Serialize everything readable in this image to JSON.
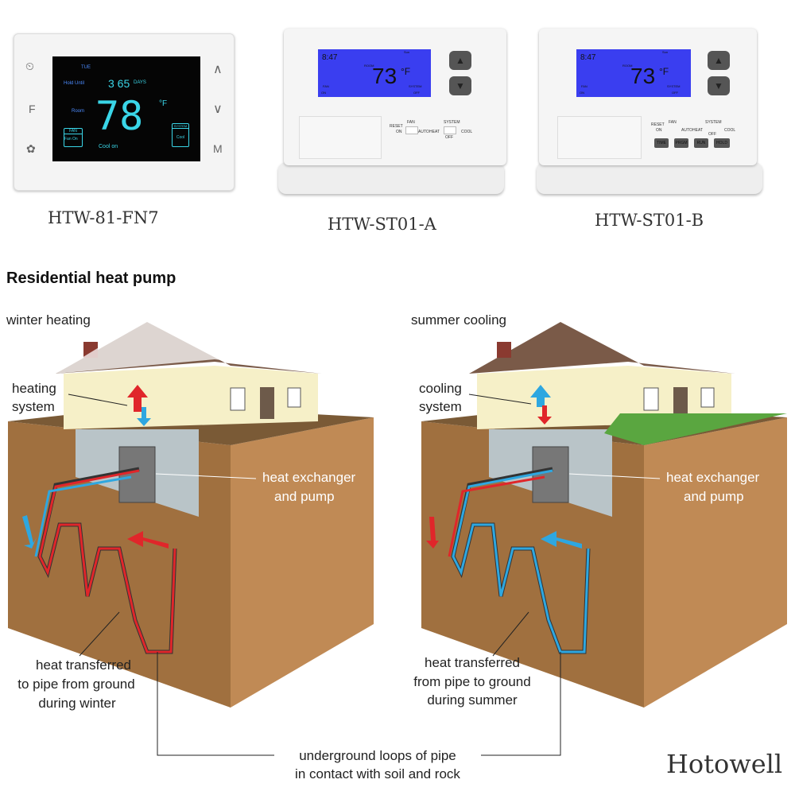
{
  "products": [
    {
      "model": "HTW-81-FN7",
      "screen": {
        "day": "TUE",
        "hold_label": "Hold Until",
        "hold_value": "3 65",
        "hold_unit": "DAYS",
        "room_label": "Room",
        "temp": "78",
        "unit": "°F",
        "fan_title": "FAN",
        "fan_value": "Fan On",
        "mode_status": "Cool on",
        "system_title": "SYSTEM",
        "system_value": "Cool"
      },
      "side_buttons_left": [
        "⏲",
        "F",
        "✿"
      ],
      "side_buttons_right": [
        "∧",
        "∨",
        "M"
      ]
    },
    {
      "model": "HTW-ST01-A",
      "screen": {
        "time": "8:47",
        "day": "Sun",
        "room_label": "ROOM",
        "temp": "73",
        "unit": "°F",
        "fan_title": "FAN",
        "fan_value": "ON",
        "system_title": "SYSTEM",
        "system_value": "OFF"
      },
      "switches": {
        "reset": "RESET",
        "fan": "FAN",
        "on": "ON",
        "auto": "AUTO",
        "heat": "HEAT",
        "system": "SYSTEM",
        "cool": "COOL",
        "off": "OFF"
      }
    },
    {
      "model": "HTW-ST01-B",
      "screen": {
        "time": "8:47",
        "day": "Sun",
        "room_label": "ROOM",
        "temp": "73",
        "unit": "°F",
        "fan_title": "FAN",
        "fan_value": "ON",
        "system_title": "SYSTEM",
        "system_value": "OFF"
      },
      "switches": {
        "reset": "RESET",
        "fan": "FAN",
        "on": "ON",
        "auto": "AUTO",
        "heat": "HEAT",
        "system": "SYSTEM",
        "cool": "COOL",
        "off": "OFF"
      },
      "buttons": [
        "TIME",
        "PRGM",
        "RUN",
        "HOLD"
      ]
    }
  ],
  "diagram": {
    "title": "Residential heat pump",
    "winter": {
      "title": "winter heating",
      "system": [
        "heating",
        "system"
      ],
      "exchanger": [
        "heat exchanger",
        "and pump"
      ],
      "transfer": [
        "heat transferred",
        "to pipe from ground",
        "during winter"
      ]
    },
    "summer": {
      "title": "summer cooling",
      "system": [
        "cooling",
        "system"
      ],
      "exchanger": [
        "heat exchanger",
        "and pump"
      ],
      "transfer": [
        "heat transferred",
        "from pipe to ground",
        "during summer"
      ]
    },
    "loops": [
      "underground loops of pipe",
      "in contact with soil and rock"
    ],
    "colors": {
      "hot": "#e0262a",
      "cold": "#2ea7e0",
      "soil": "#b07a45",
      "house": "#f6f0c8"
    }
  },
  "brand": "Hotowell"
}
